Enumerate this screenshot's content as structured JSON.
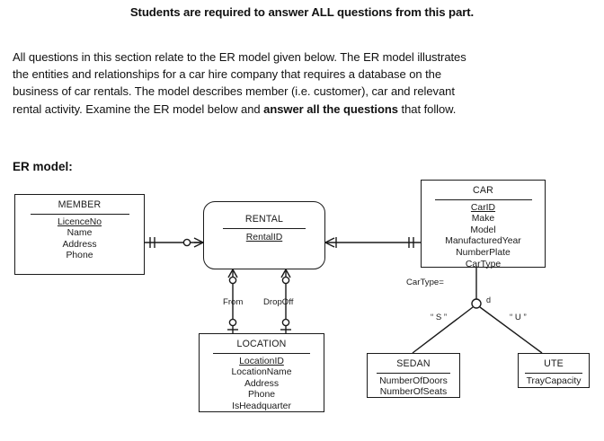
{
  "document": {
    "heading": "Students are required to answer ALL questions from this part.",
    "intro_part1": "All questions in this section relate to the ER model given below. The ER model illustrates the entities and relationships for a car hire company that requires a database on the business of car rentals. The model describes member (i.e. customer), car and relevant rental activity. Examine the ER model below and ",
    "intro_bold": "answer all the questions",
    "intro_part2": " that follow.",
    "er_label": "ER model:"
  },
  "diagram": {
    "type": "er-diagram",
    "notation": "crows-foot",
    "entities": [
      {
        "id": "member",
        "name": "MEMBER",
        "shape": "rectangle",
        "attributes": [
          {
            "name": "LicenceNo",
            "key": true
          },
          {
            "name": "Name",
            "key": false
          },
          {
            "name": "Address",
            "key": false
          },
          {
            "name": "Phone",
            "key": false
          }
        ]
      },
      {
        "id": "rental",
        "name": "RENTAL",
        "shape": "rounded-rectangle",
        "attributes": [
          {
            "name": "RentalID",
            "key": true
          }
        ]
      },
      {
        "id": "car",
        "name": "CAR",
        "shape": "rectangle",
        "attributes": [
          {
            "name": "CarID",
            "key": true
          },
          {
            "name": "Make",
            "key": false
          },
          {
            "name": "Model",
            "key": false
          },
          {
            "name": "ManufacturedYear",
            "key": false
          },
          {
            "name": "NumberPlate",
            "key": false
          },
          {
            "name": "CarType",
            "key": false
          }
        ]
      },
      {
        "id": "location",
        "name": "LOCATION",
        "shape": "rectangle",
        "attributes": [
          {
            "name": "LocationID",
            "key": true
          },
          {
            "name": "LocationName",
            "key": false
          },
          {
            "name": "Address",
            "key": false
          },
          {
            "name": "Phone",
            "key": false
          },
          {
            "name": "IsHeadquarter",
            "key": false
          }
        ]
      },
      {
        "id": "sedan",
        "name": "SEDAN",
        "shape": "rectangle",
        "attributes": [
          {
            "name": "NumberOfDoors",
            "key": false
          },
          {
            "name": "NumberOfSeats",
            "key": false
          }
        ]
      },
      {
        "id": "ute",
        "name": "UTE",
        "shape": "rectangle",
        "attributes": [
          {
            "name": "TrayCapacity",
            "key": false
          }
        ]
      }
    ],
    "relationships": [
      {
        "id": "member-rental",
        "from": "MEMBER",
        "to": "RENTAL",
        "label": "",
        "from_cardinality": "one-mandatory",
        "to_cardinality": "zero-or-many"
      },
      {
        "id": "rental-car",
        "from": "RENTAL",
        "to": "CAR",
        "label": "",
        "from_cardinality": "one-or-many",
        "to_cardinality": "one-mandatory"
      },
      {
        "id": "rental-location-from",
        "from": "RENTAL",
        "to": "LOCATION",
        "label": "From",
        "from_cardinality": "zero-or-many",
        "to_cardinality": "one-optional"
      },
      {
        "id": "rental-location-dropoff",
        "from": "RENTAL",
        "to": "LOCATION",
        "label": "DropOff",
        "from_cardinality": "zero-or-many",
        "to_cardinality": "one-optional"
      }
    ],
    "subtypes": {
      "supertype": "CAR",
      "discriminator_label": "CarType=",
      "disjoint_marker": "d",
      "branches": [
        {
          "value": "\" S \"",
          "subtype": "SEDAN"
        },
        {
          "value": "\" U \"",
          "subtype": "UTE"
        }
      ]
    },
    "labels": {
      "from": "From",
      "dropoff": "DropOff",
      "cartype": "CarType=",
      "disjoint": "d",
      "sedan_value": "“ S ”",
      "ute_value": "“ U ”"
    },
    "colors": {
      "line": "#1a1a1a",
      "background": "#ffffff",
      "text": "#111111"
    }
  }
}
